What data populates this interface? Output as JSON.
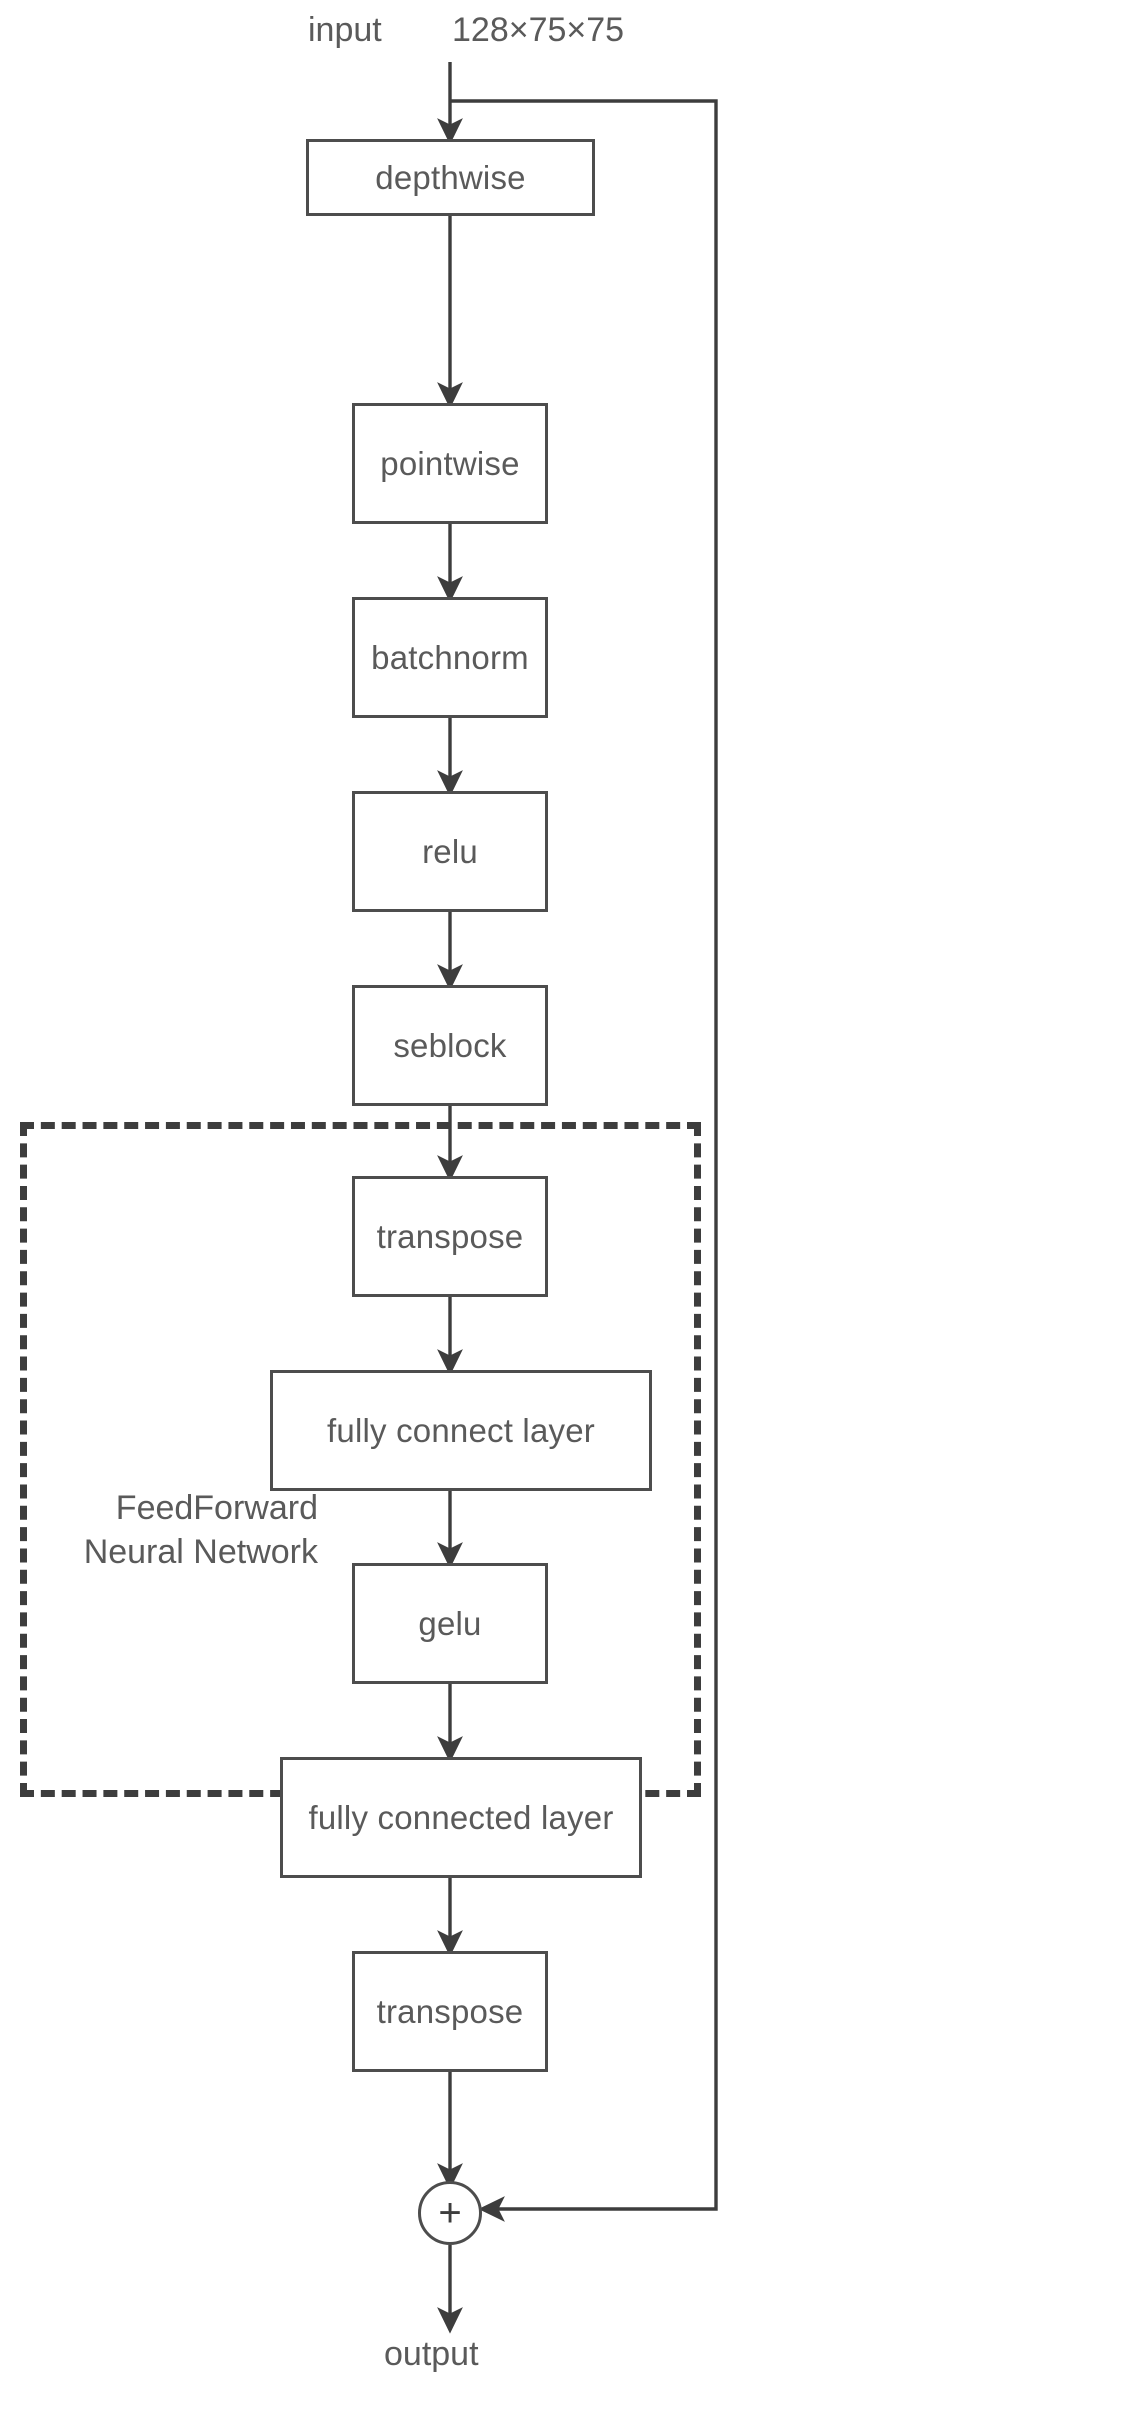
{
  "diagram": {
    "title_io": {
      "input_label": "input",
      "input_shape": "128×75×75",
      "output_label": "output"
    },
    "group": {
      "name_line1": "FeedForward",
      "name_line2": "Neural Network",
      "style": "dashed"
    },
    "residual": {
      "operator_symbol": "+",
      "operator_name": "elementwise-add"
    },
    "colors": {
      "stroke": "#4d4d4d",
      "dashed_stroke": "#3d3d3d",
      "text": "#5a5a5a",
      "background": "#ffffff"
    },
    "nodes": [
      {
        "id": "depthwise",
        "label": "depthwise"
      },
      {
        "id": "pointwise",
        "label": "pointwise"
      },
      {
        "id": "batchnorm",
        "label": "batchnorm"
      },
      {
        "id": "relu",
        "label": "relu"
      },
      {
        "id": "seblock",
        "label": "seblock"
      },
      {
        "id": "transpose1",
        "label": "transpose"
      },
      {
        "id": "fc1",
        "label": "fully connect layer"
      },
      {
        "id": "gelu",
        "label": "gelu"
      },
      {
        "id": "fc2",
        "label": "fully connected layer"
      },
      {
        "id": "transpose2",
        "label": "transpose"
      }
    ],
    "edges": [
      {
        "from": "input",
        "to": "depthwise",
        "type": "arrow"
      },
      {
        "from": "depthwise",
        "to": "pointwise",
        "type": "arrow"
      },
      {
        "from": "pointwise",
        "to": "batchnorm",
        "type": "arrow"
      },
      {
        "from": "batchnorm",
        "to": "relu",
        "type": "arrow"
      },
      {
        "from": "relu",
        "to": "seblock",
        "type": "arrow"
      },
      {
        "from": "seblock",
        "to": "transpose1",
        "type": "arrow"
      },
      {
        "from": "transpose1",
        "to": "fc1",
        "type": "arrow"
      },
      {
        "from": "fc1",
        "to": "gelu",
        "type": "arrow"
      },
      {
        "from": "gelu",
        "to": "fc2",
        "type": "arrow"
      },
      {
        "from": "fc2",
        "to": "transpose2",
        "type": "arrow"
      },
      {
        "from": "transpose2",
        "to": "add",
        "type": "arrow"
      },
      {
        "from": "input",
        "to": "add",
        "type": "skip-connection"
      },
      {
        "from": "add",
        "to": "output",
        "type": "arrow"
      }
    ]
  }
}
